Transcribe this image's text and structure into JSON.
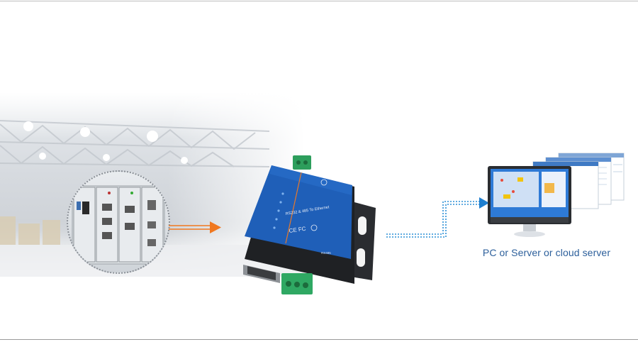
{
  "caption": "PC or Server or cloud server",
  "device": {
    "model_label": "RS232 & 485 To Ethernet",
    "port_label": "RS485",
    "cert_marks": "CE FC"
  },
  "colors": {
    "device_blue": "#1f5fb8",
    "arrow_orange": "#f07820",
    "link_blue": "#2c8fd6",
    "caption_blue": "#2c5f9b"
  },
  "icons": {
    "orange_arrow": "arrow-right-icon",
    "blue_arrow": "arrow-right-icon"
  }
}
